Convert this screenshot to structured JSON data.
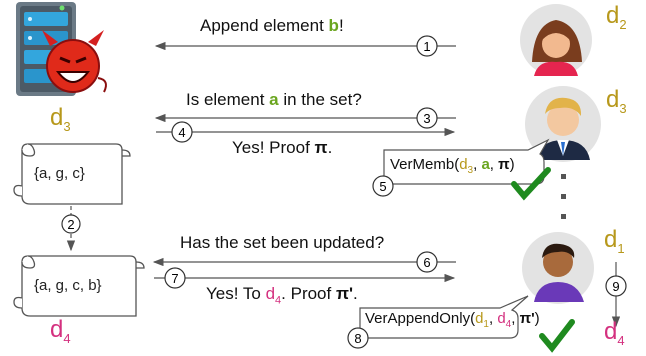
{
  "colors": {
    "digest": "#b7981b",
    "new_digest": "#d4307f",
    "element": "#6aa51f",
    "check": "#1f8a1f",
    "arrow": "#555555"
  },
  "icons": {
    "server": "server-icon",
    "devil": "devil-face-icon",
    "user_d2": "woman-avatar-icon",
    "user_d3": "man-avatar-icon",
    "user_d4": "person-avatar-icon",
    "check": "checkmark-icon",
    "scroll": "scroll-icon"
  },
  "steps": [
    "1",
    "2",
    "3",
    "4",
    "5",
    "6",
    "7",
    "8",
    "9"
  ],
  "messages": {
    "append_prefix": "Append element ",
    "append_element": "b",
    "append_suffix": "!",
    "query_prefix": "Is element ",
    "query_element": "a",
    "query_suffix": " in the set?",
    "proof_text": "Yes! Proof ",
    "proof_symbol": "π",
    "proof_suffix": ".",
    "updated_question": "Has the set been updated?",
    "updated_prefix": "Yes! To ",
    "updated_digest_letter": "d",
    "updated_digest_sub": "4",
    "updated_mid": ". Proof ",
    "updated_symbol": "π'",
    "updated_suffix": "."
  },
  "server": {
    "digest_before_letter": "d",
    "digest_before_sub": "3",
    "digest_after_letter": "d",
    "digest_after_sub": "4",
    "set_before": "{a, g, c}",
    "set_after": "{a, g, c, b}"
  },
  "users": {
    "d2": {
      "letter": "d",
      "sub": "2"
    },
    "d3": {
      "letter": "d",
      "sub": "3"
    },
    "d1": {
      "letter": "d",
      "sub": "1"
    },
    "d4": {
      "letter": "d",
      "sub": "4"
    }
  },
  "checks": {
    "vermemb_name": "VerMemb(",
    "vermemb_digest": "d",
    "vermemb_digest_sub": "3",
    "vermemb_sep1": ", ",
    "vermemb_element": "a",
    "vermemb_sep2": ", ",
    "vermemb_proof": "π",
    "vermemb_close": ")",
    "verappend_name": "VerAppendOnly(",
    "verappend_d1": "d",
    "verappend_d1_sub": "1",
    "verappend_sep1": ", ",
    "verappend_d4": "d",
    "verappend_d4_sub": "4",
    "verappend_sep2": ", ",
    "verappend_proof": "π'",
    "verappend_close": ")"
  }
}
